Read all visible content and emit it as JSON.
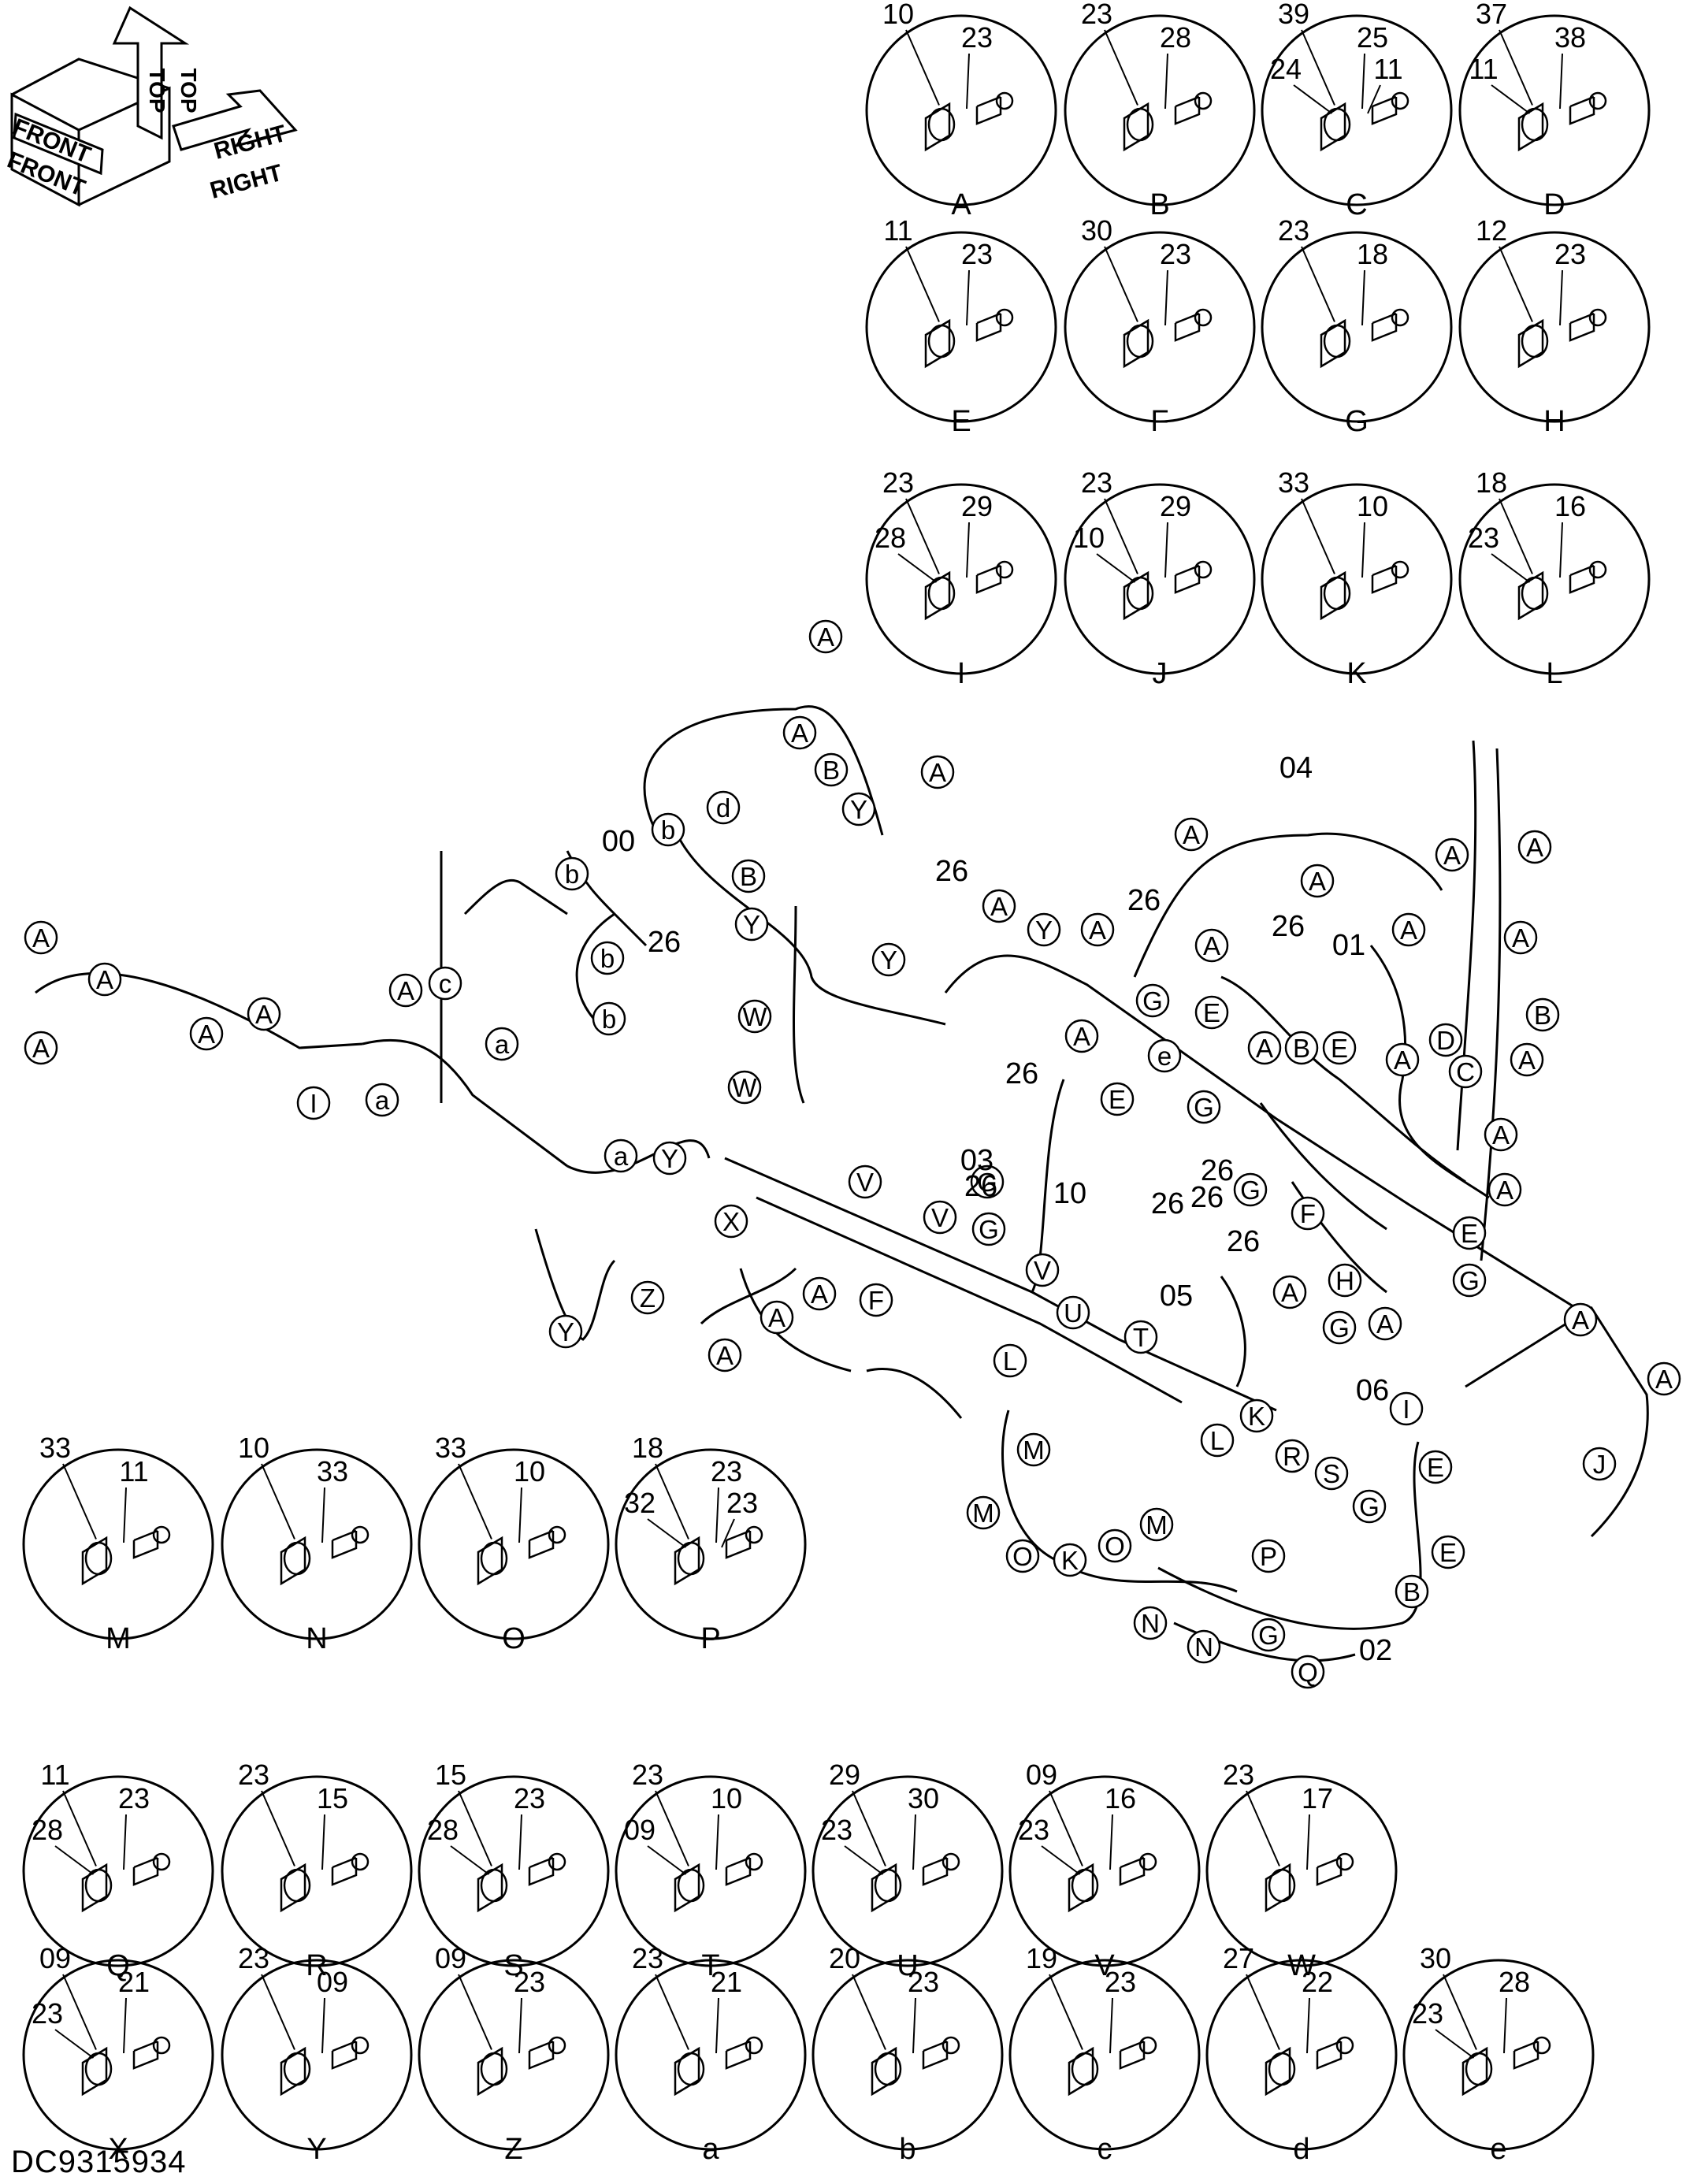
{
  "document_id": "DC9315934",
  "orientation": {
    "front": "FRONT",
    "top": "TOP",
    "right": "RIGHT"
  },
  "details": [
    {
      "label": "A",
      "parts": [
        "10",
        "23"
      ]
    },
    {
      "label": "B",
      "parts": [
        "23",
        "28"
      ]
    },
    {
      "label": "C",
      "parts": [
        "39",
        "25",
        "24",
        "11"
      ]
    },
    {
      "label": "D",
      "parts": [
        "37",
        "38",
        "11"
      ]
    },
    {
      "label": "E",
      "parts": [
        "11",
        "23"
      ]
    },
    {
      "label": "F",
      "parts": [
        "30",
        "23"
      ]
    },
    {
      "label": "G",
      "parts": [
        "23",
        "18"
      ]
    },
    {
      "label": "H",
      "parts": [
        "12",
        "23"
      ]
    },
    {
      "label": "I",
      "parts": [
        "23",
        "29",
        "28"
      ]
    },
    {
      "label": "J",
      "parts": [
        "23",
        "29",
        "10"
      ]
    },
    {
      "label": "K",
      "parts": [
        "33",
        "10"
      ]
    },
    {
      "label": "L",
      "parts": [
        "18",
        "16",
        "23"
      ]
    },
    {
      "label": "M",
      "parts": [
        "33",
        "11"
      ]
    },
    {
      "label": "N",
      "parts": [
        "10",
        "33"
      ]
    },
    {
      "label": "O",
      "parts": [
        "33",
        "10"
      ]
    },
    {
      "label": "P",
      "parts": [
        "18",
        "23",
        "32",
        "23"
      ]
    },
    {
      "label": "Q",
      "parts": [
        "11",
        "23",
        "28"
      ]
    },
    {
      "label": "R",
      "parts": [
        "23",
        "15"
      ]
    },
    {
      "label": "S",
      "parts": [
        "15",
        "23",
        "28"
      ]
    },
    {
      "label": "T",
      "parts": [
        "23",
        "10",
        "09"
      ]
    },
    {
      "label": "U",
      "parts": [
        "29",
        "30",
        "23"
      ]
    },
    {
      "label": "V",
      "parts": [
        "09",
        "16",
        "23"
      ]
    },
    {
      "label": "W",
      "parts": [
        "23",
        "17"
      ]
    },
    {
      "label": "X",
      "parts": [
        "09",
        "21",
        "23"
      ]
    },
    {
      "label": "Y",
      "parts": [
        "23",
        "09"
      ]
    },
    {
      "label": "Z",
      "parts": [
        "09",
        "23"
      ]
    },
    {
      "label": "a",
      "parts": [
        "23",
        "21"
      ]
    },
    {
      "label": "b",
      "parts": [
        "20",
        "23"
      ]
    },
    {
      "label": "c",
      "parts": [
        "19",
        "23"
      ]
    },
    {
      "label": "d",
      "parts": [
        "27",
        "22"
      ]
    },
    {
      "label": "e",
      "parts": [
        "30",
        "28",
        "23"
      ]
    }
  ],
  "harness_numbers": [
    "00",
    "01",
    "02",
    "03",
    "04",
    "05",
    "06",
    "26",
    "10"
  ],
  "callouts": [
    "A",
    "B",
    "C",
    "D",
    "E",
    "F",
    "G",
    "H",
    "I",
    "J",
    "K",
    "L",
    "M",
    "N",
    "O",
    "P",
    "Q",
    "R",
    "S",
    "T",
    "U",
    "V",
    "W",
    "X",
    "Y",
    "Z",
    "a",
    "b",
    "c",
    "d",
    "e"
  ],
  "colors": {
    "line": "#000000",
    "background": "#ffffff"
  }
}
